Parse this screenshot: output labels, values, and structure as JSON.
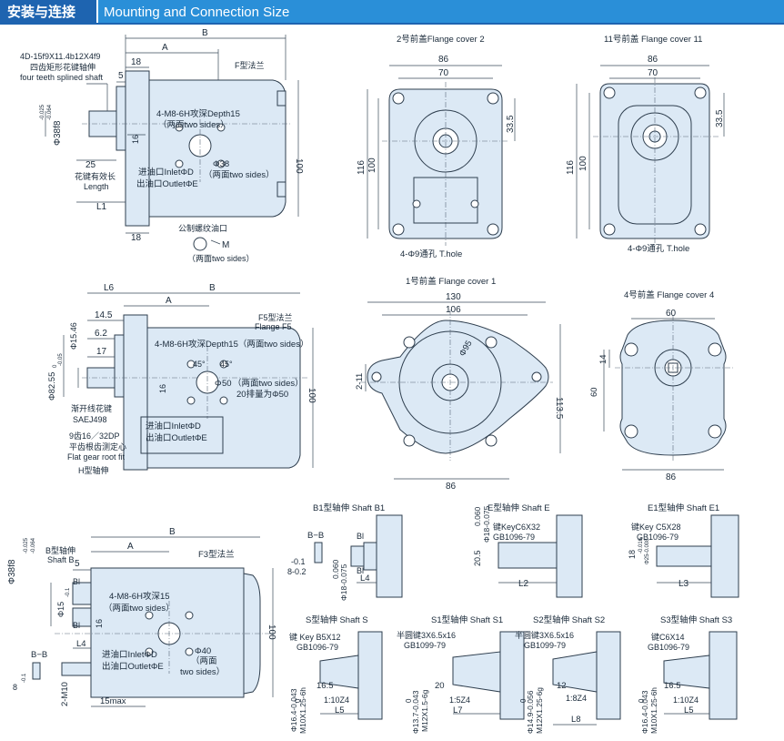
{
  "header": {
    "title_zh": "安装与连接",
    "title_en": "Mounting and Connection Size"
  },
  "view1": {
    "B": "B",
    "A": "A",
    "d18a": "18",
    "d5": "5",
    "spline_code": "4D-15f9X11.4b12X4f9",
    "spline_zh": "四齿矩形花键轴伸",
    "spline_en": "four teeth splined shaft",
    "flange": "F型法兰",
    "threads": "4-M8-6H攻深Depth15",
    "two_sides_a": "（两面two sides）",
    "tol_top": "-0.025",
    "tol_bot": "-0.064",
    "dia38": "Φ38f8",
    "d16": "16",
    "d25": "25",
    "spline_len_zh": "花键有效长",
    "spline_len_en": "Length",
    "L1": "L1",
    "inlet": "进油口InletΦD",
    "outlet": "出油口OutletΦE",
    "two_sides_b": "（两面two sides）",
    "phi38": "Φ38",
    "d100": "100",
    "d18b": "18",
    "metric_port": "公制螺纹油口",
    "M": "M",
    "two_sides_c": "（两面two sides）"
  },
  "cover2": {
    "title": "2号前盖Flange cover 2",
    "d86": "86",
    "d70": "70",
    "d33_5": "33.5",
    "d116": "116",
    "d100": "100",
    "holes": "4-Φ9通孔  T.hole"
  },
  "cover11": {
    "title": "11号前盖  Flange cover 11",
    "d86": "86",
    "d70": "70",
    "d33_5": "33.5",
    "d116": "116",
    "d100": "100",
    "holes": "4-Φ9通孔  T.hole"
  },
  "view2": {
    "L6": "L6",
    "B": "B",
    "A": "A",
    "d14_5": "14.5",
    "d6_2": "6.2",
    "d17": "17",
    "phi15_46": "Φ15.46",
    "dia82": "Φ82.55",
    "tol82": "-0.05",
    "tol82b": "0",
    "flange": "F5型法兰",
    "flange_en": "Flange F5",
    "threads": "4-M8-6H攻深Depth15（两面two sides）",
    "ang1": "45°",
    "ang2": "45°",
    "phi": "Φ",
    "d50": "50",
    "two_sides": "（两面two sides）",
    "d16": "16",
    "disp20": "20排量为Φ50",
    "d100": "100",
    "gear_spline_zh": "渐开线花键",
    "gear_spline_en": "SAEJ498",
    "teeth": "9齿16／32DP",
    "root_zh": "平齿根齿测定心",
    "root_en": "Flat gear root fit",
    "shaft_h": "H型轴伸",
    "inlet": "进油口InletΦD",
    "outlet": "出油口OutletΦE"
  },
  "cover1": {
    "title": "1号前盖  Flange cover 1",
    "d130": "130",
    "d106": "106",
    "phi95": "Φ95",
    "d2_11": "2-11",
    "d113_5": "113.5",
    "d86": "86"
  },
  "cover4": {
    "title": "4号前盖  Flange cover 4",
    "d60": "60",
    "d14": "14",
    "d60v": "60",
    "d86": "86"
  },
  "view3": {
    "B": "B",
    "A": "A",
    "d5": "5",
    "shaft_b": "B型轴伸",
    "shaft_b_en": "Shaft B",
    "tol_top": "-0.025",
    "tol_bot": "-0.064",
    "dia38": "Φ38f8",
    "flange": "F3型法兰",
    "threads": "4-M8-6H攻深15",
    "two_sides_a": "（两面two sides）",
    "Bl1": "Bl",
    "Bl2": "Bl",
    "phi15": "Φ15",
    "tol15": "-0.1",
    "tol15b": "0",
    "d16": "16",
    "L4": "L4",
    "section": "B−B",
    "inlet": "进油口InletΦD",
    "outlet": "出油口OutletΦE",
    "phi40": "Φ40",
    "two_sides_b1": "（两面",
    "two_sides_b2": "two sides）",
    "d100": "100",
    "d8": "8",
    "tol8": "-0.1",
    "tol8b": "0",
    "m10": "2-M10",
    "max15": "15max"
  },
  "shafts": {
    "b1": {
      "title": "B1型轴伸  Shaft B1",
      "section": "B−B",
      "bl1": "Bl",
      "bl2": "Bl",
      "tol": "-0.1",
      "d8": "8-0.2",
      "phi": "Φ18-0.075",
      "tol2": "0.060",
      "L4": "L4"
    },
    "e": {
      "title": "E型轴伸  Shaft E",
      "key": "键KeyC6X32",
      "std": "GB1096-79",
      "phi": "Φ18-0.075",
      "tol": "0.060",
      "d20_5": "20.5",
      "L2": "L2"
    },
    "e1": {
      "title": "E1型轴伸  Shaft E1",
      "key": "键Key C5X28",
      "std": "GB1096-79",
      "d18": "18",
      "tol": "-0.016",
      "tol2": "Φ25-0.008",
      "L3": "L3"
    },
    "s": {
      "title": "S型轴伸  Shaft S",
      "key": "键  Key B5X12",
      "std": "GB1096-79",
      "d16_5": "16.5",
      "ratio": "1:10Z4",
      "L5": "L5",
      "phi": "Φ16.4-0.043",
      "tol": "0",
      "thread": "M10X1.25-6h"
    },
    "s1": {
      "title": "S1型轴伸  Shaft S1",
      "key": "半圆键3X6.5x16",
      "std": "GB1099-79",
      "d20": "20",
      "ratio": "1:5Z4",
      "L7": "L7",
      "phi": "Φ13.7-0.043",
      "tol": "0",
      "thread": "M12X1.5-6g"
    },
    "s2": {
      "title": "S2型轴伸  Shaft S2",
      "key": "半圆键3X6.5x16",
      "std": "GB1099-79",
      "d12": "12",
      "ratio": "1:8Z4",
      "L8": "L8",
      "phi": "Φ14.9-0.056",
      "tol": "0",
      "thread": "M12X1.25-6g"
    },
    "s3": {
      "title": "S3型轴伸  Shaft S3",
      "key": "键C6X14",
      "std": "GB1096-79",
      "d16_5": "16.5",
      "ratio": "1:10Z4",
      "L5": "L5",
      "phi": "Φ16.4-0.043",
      "tol": "0",
      "thread": "M10X1.25-6h"
    }
  }
}
